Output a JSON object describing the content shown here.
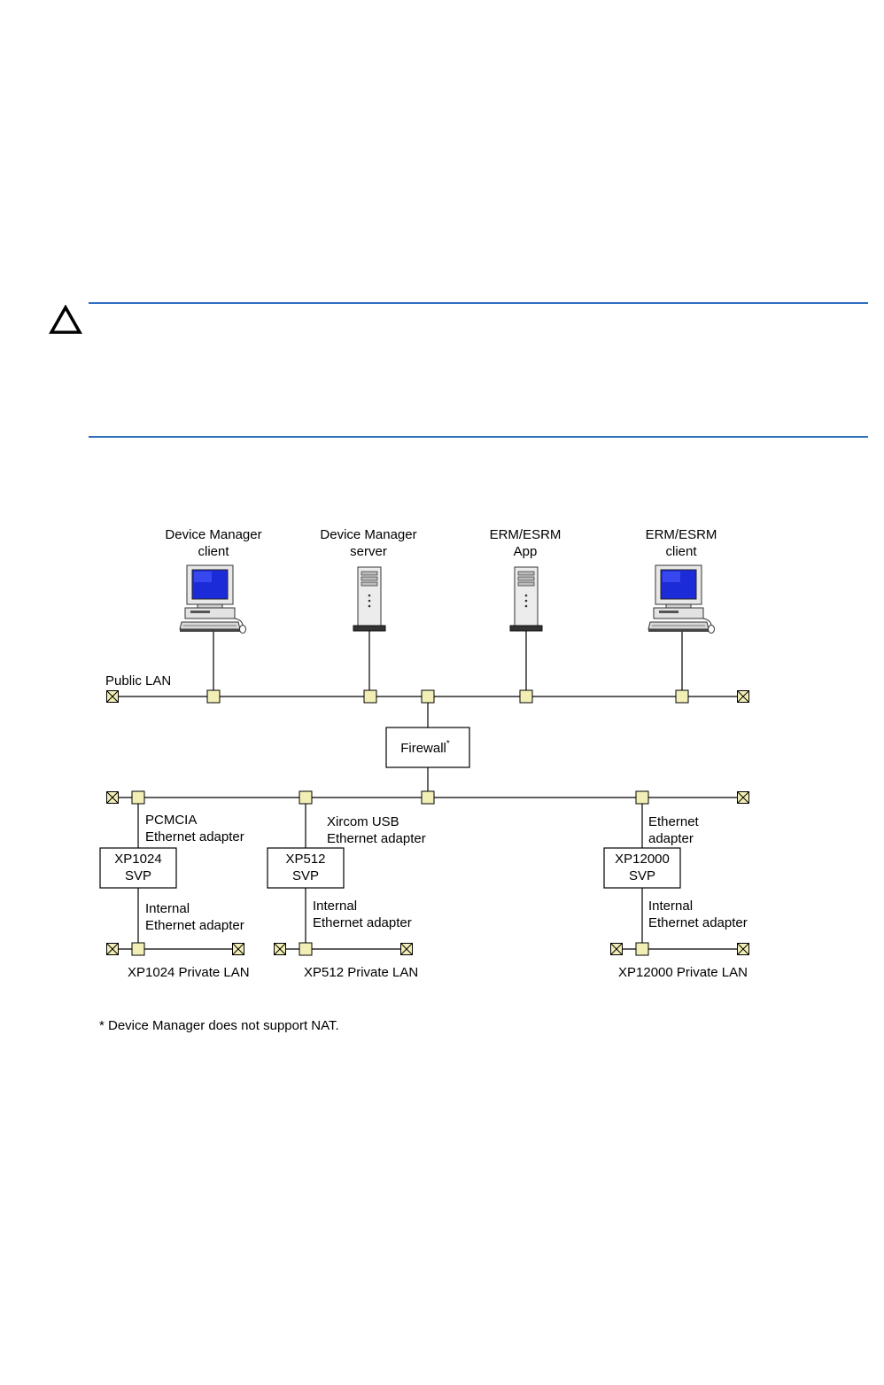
{
  "icons": {
    "caution": "caution-triangle-icon",
    "workstation": "desktop-computer-icon",
    "server": "tower-server-icon"
  },
  "devices": [
    {
      "line1": "Device Manager",
      "line2": "client",
      "icon": "desktop-computer-icon"
    },
    {
      "line1": "Device Manager",
      "line2": "server",
      "icon": "tower-server-icon"
    },
    {
      "line1": "ERM/ESRM",
      "line2": "App",
      "icon": "tower-server-icon"
    },
    {
      "line1": "ERM/ESRM",
      "line2": "client",
      "icon": "desktop-computer-icon"
    }
  ],
  "public_lan": "Public LAN",
  "firewall": {
    "label": "Firewall",
    "mark": "*"
  },
  "svps": [
    {
      "name": "XP1024",
      "sub": "SVP",
      "adapter1": "PCMCIA",
      "adapter2": "Ethernet adapter",
      "internal1": "Internal",
      "internal2": "Ethernet adapter",
      "lan": "XP1024 Private LAN"
    },
    {
      "name": "XP512",
      "sub": "SVP",
      "adapter1": "Xircom USB",
      "adapter2": "Ethernet adapter",
      "internal1": "Internal",
      "internal2": "Ethernet adapter",
      "lan": "XP512 Private LAN"
    },
    {
      "name": "XP12000",
      "sub": "SVP",
      "adapter1": "Ethernet",
      "adapter2": "adapter",
      "internal1": "Internal",
      "internal2": "Ethernet adapter",
      "lan": "XP12000 Private LAN"
    }
  ],
  "footnote": "* Device Manager does not support NAT."
}
